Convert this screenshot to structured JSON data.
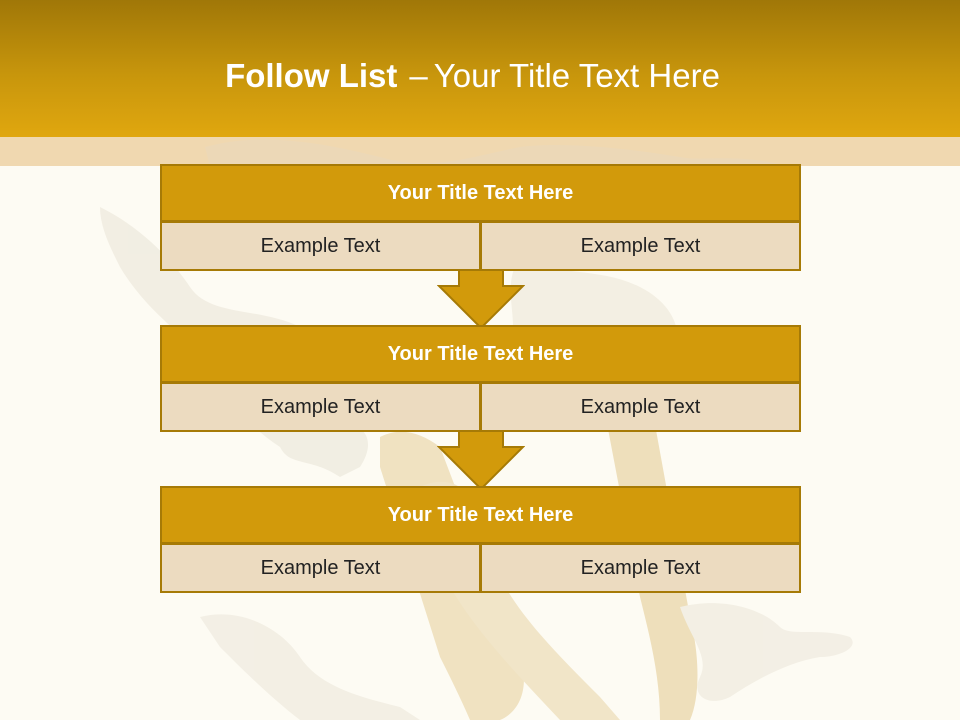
{
  "slide": {
    "title_bold": "Follow List",
    "title_sep": "–",
    "title_rest": "Your Title Text Here"
  },
  "boxes": [
    {
      "title": "Your Title Text Here",
      "left": "Example Text",
      "right": "Example Text"
    },
    {
      "title": "Your Title Text Here",
      "left": "Example Text",
      "right": "Example Text"
    },
    {
      "title": "Your Title Text Here",
      "left": "Example Text",
      "right": "Example Text"
    }
  ],
  "colors": {
    "header": "#c8960c",
    "box_title": "#d29a0b",
    "box_cell": "#ecdbc0",
    "border": "#a67a06"
  }
}
